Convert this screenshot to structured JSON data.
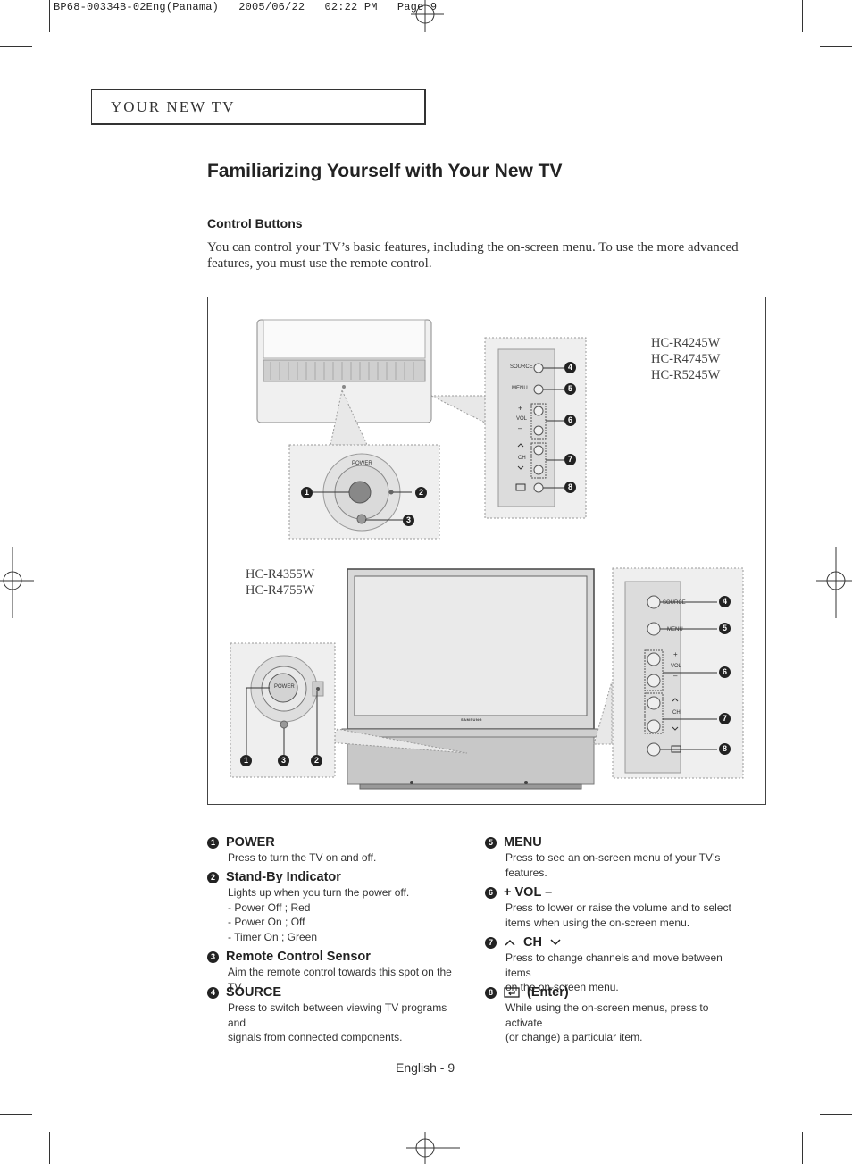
{
  "slug": "BP68-00334B-02Eng(Panama)   2005/06/22   02:22 PM   Page 9",
  "section": "YOUR NEW TV",
  "title": "Familiarizing Yourself with Your New TV",
  "subtitle": "Control Buttons",
  "intro": "You can control your TV’s basic features, including the on-screen menu. To use the more advanced features, you must use the remote control.",
  "figure": {
    "models_top": [
      "HC-R4245W",
      "HC-R4745W",
      "HC-R5245W"
    ],
    "models_bottom": [
      "HC-R4355W",
      "HC-R4755W"
    ],
    "labels": {
      "power": "POWER",
      "source": "SOURCE",
      "menu": "MENU",
      "vol": "VOL",
      "ch": "CH",
      "plus": "+",
      "minus": "–",
      "brand": "SAMSUNG"
    },
    "callouts": [
      "1",
      "2",
      "3",
      "4",
      "5",
      "6",
      "7",
      "8"
    ]
  },
  "items": [
    {
      "num": "1",
      "title": "POWER",
      "desc": [
        "Press to turn the TV on and off."
      ]
    },
    {
      "num": "2",
      "title": "Stand-By Indicator",
      "desc": [
        "Lights up when you turn the power off.",
        "-  Power Off ; Red",
        "-  Power On ; Off",
        "-  Timer On ; Green"
      ]
    },
    {
      "num": "3",
      "title": "Remote Control Sensor",
      "desc": [
        "Aim the remote control towards this spot on the TV."
      ]
    },
    {
      "num": "4",
      "title": "SOURCE",
      "desc": [
        "Press to switch between viewing TV programs and",
        "signals from connected components."
      ]
    },
    {
      "num": "5",
      "title": "MENU",
      "desc": [
        "Press to see an on-screen menu of your TV’s",
        "features."
      ]
    },
    {
      "num": "6",
      "title": "+ VOL –",
      "desc": [
        "Press to lower or raise the volume and to select",
        "items when using the on-screen menu."
      ]
    },
    {
      "num": "7",
      "title": "CH",
      "desc": [
        "Press to change channels and move between items",
        "on the on-screen menu."
      ]
    },
    {
      "num": "8",
      "title": "(Enter)",
      "desc": [
        "While using the on-screen menus, press to activate",
        "(or change) a particular item."
      ]
    }
  ],
  "footer": "English - 9"
}
